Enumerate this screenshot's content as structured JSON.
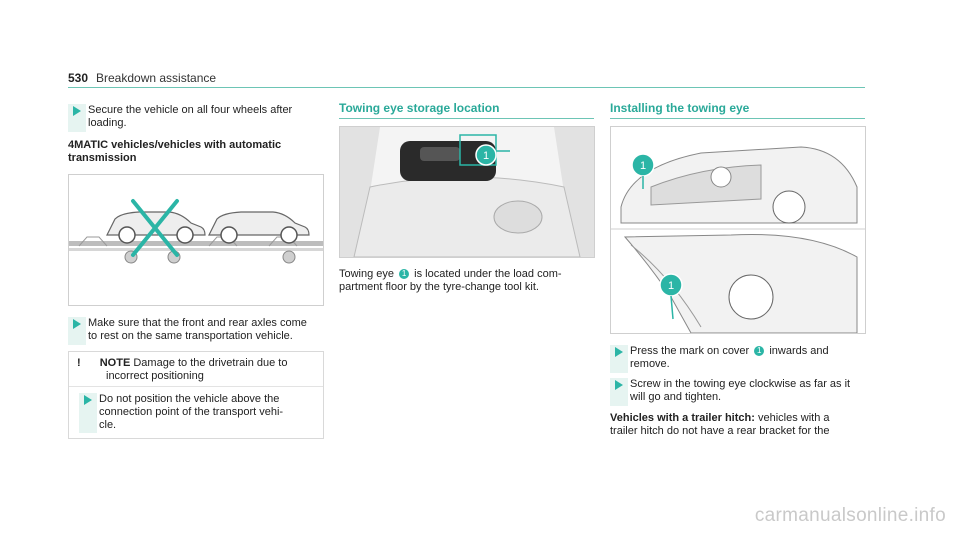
{
  "header": {
    "page_number": "530",
    "section": "Breakdown assistance"
  },
  "col1": {
    "step1": [
      "Secure the vehicle on all four wheels after",
      "loading."
    ],
    "heading": [
      "4MATIC vehicles/vehicles with automatic",
      "transmission"
    ],
    "step2": [
      "Make sure that the front and rear axles come",
      "to rest on the same transportation vehicle."
    ],
    "note": {
      "icon": "!",
      "title": "NOTE",
      "text_line1": "Damage to the drivetrain due to",
      "text_line2": "incorrect positioning",
      "step": [
        "Do not position the vehicle above the",
        "connection point of the transport vehi-",
        "cle."
      ]
    }
  },
  "col2": {
    "title": "Towing eye storage location",
    "callout": "1",
    "text_line1_a": "Towing eye",
    "text_line1_b": "is located under the load com-",
    "text_line2": "partment floor by the tyre-change tool kit."
  },
  "col3": {
    "title": "Installing the towing eye",
    "callout": "1",
    "step1_a": "Press the mark on cover",
    "step1_b": "inwards and",
    "step1_c": "remove.",
    "step2": [
      "Screw in the towing eye clockwise as far as it",
      "will go and tighten."
    ],
    "trailer_bold": "Vehicles with a trailer hitch:",
    "trailer_rest": "vehicles with a",
    "trailer_line2": "trailer hitch do not have a rear bracket for the"
  },
  "watermark": "carmanualsonline.info",
  "colors": {
    "accent": "#2bb5a6",
    "rule": "#6dc5b5"
  }
}
